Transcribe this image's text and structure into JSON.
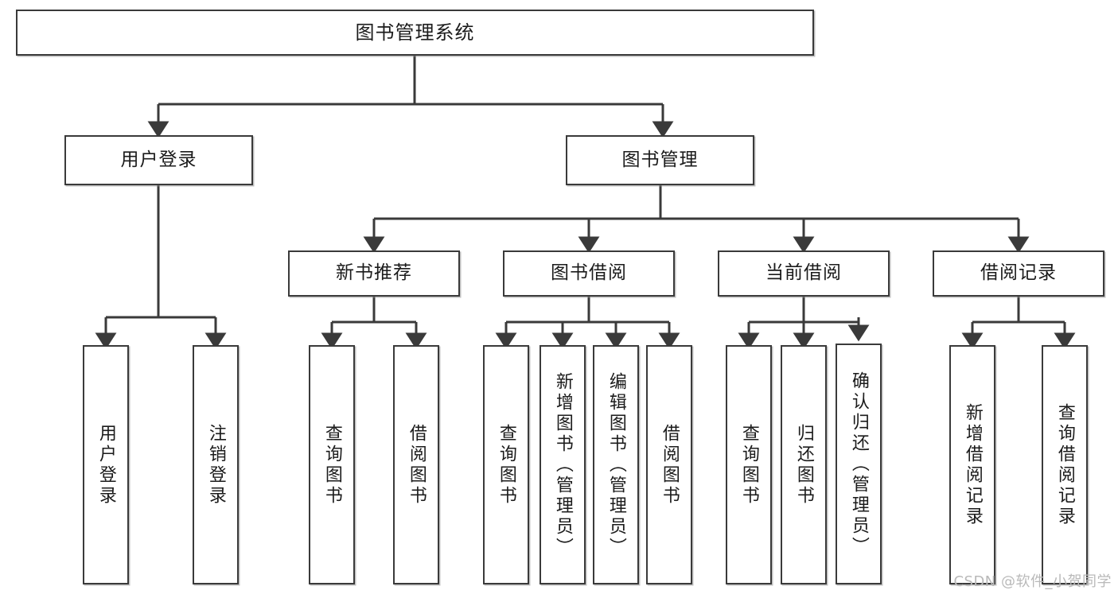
{
  "diagram": {
    "title": "图书管理系统",
    "watermark": "CSDN @软件_小贺同学",
    "line_color": "#3a3a3a",
    "box_fill": "#ffffff",
    "text_color": "#1b1b1b",
    "watermark_color": "#b9b9b9",
    "root": {
      "label": "图书管理系统"
    },
    "level2": [
      {
        "label": "用户登录"
      },
      {
        "label": "图书管理"
      }
    ],
    "level3": [
      {
        "label": "新书推荐"
      },
      {
        "label": "图书借阅"
      },
      {
        "label": "当前借阅"
      },
      {
        "label": "借阅记录"
      }
    ],
    "leaves": {
      "user_login": [
        {
          "label": "用户登录"
        },
        {
          "label": "注销登录"
        }
      ],
      "new_book": [
        {
          "label": "查询图书"
        },
        {
          "label": "借阅图书"
        }
      ],
      "book_borrow": [
        {
          "label": "查询图书"
        },
        {
          "label": "新增图书（管理员）"
        },
        {
          "label": "编辑图书（管理员）"
        },
        {
          "label": "借阅图书"
        }
      ],
      "current_borrow": [
        {
          "label": "查询图书"
        },
        {
          "label": "归还图书"
        },
        {
          "label": "确认归还（管理员）"
        }
      ],
      "borrow_record": [
        {
          "label": "新增借阅记录"
        },
        {
          "label": "查询借阅记录"
        }
      ]
    }
  }
}
